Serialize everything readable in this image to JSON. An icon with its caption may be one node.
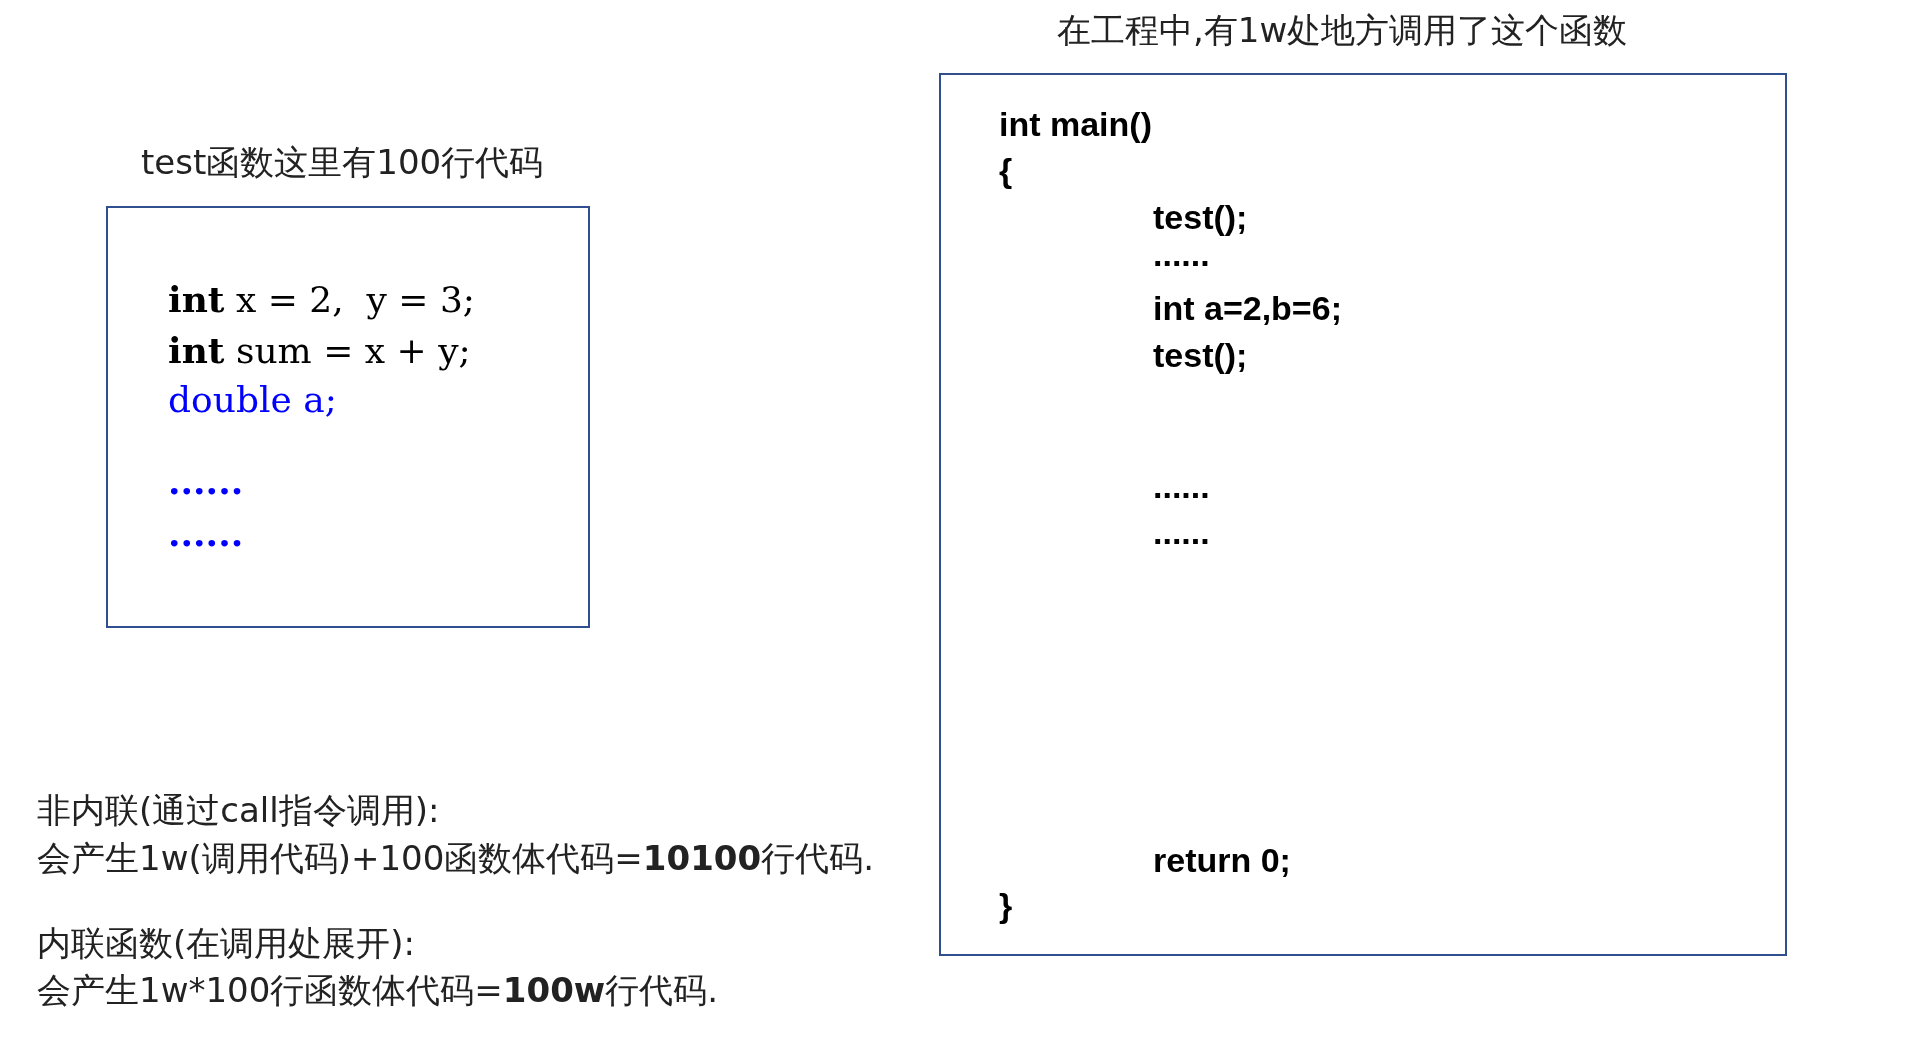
{
  "diagram": {
    "nodes": [
      {
        "text": [
          "test函数这里有100行代码",
          "**int** x = 2,  y = 3;",
          "**int** sum = x + y;",
          "double a;",
          "......",
          "......"
        ]
      },
      {
        "text": [
          "在工程中,有1w处地方调用了这个函数",
          "int main()",
          "{",
          "test();",
          "......",
          "int a=2,b=6;",
          "test();",
          "......",
          "......",
          "return 0;",
          "}"
        ]
      }
    ],
    "edges": [],
    "labels": [
      "非内联(通过call指令调用):",
      "会产生1w(调用代码)+100函数体代码=**10100**行代码.",
      "内联函数(在调用处展开):",
      "会产生1w*100行函数体代码=**100w**行代码."
    ]
  }
}
